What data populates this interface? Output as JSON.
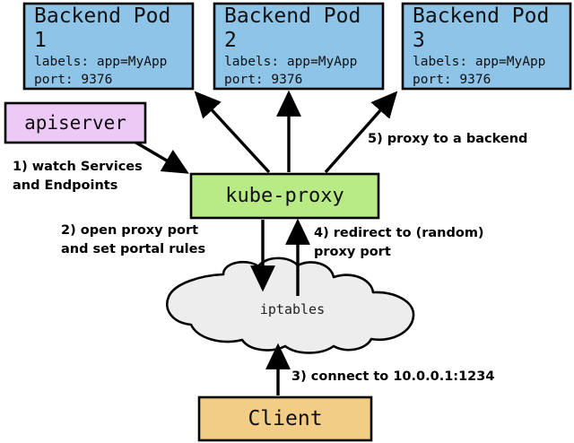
{
  "diagram": {
    "title": "kube-proxy service proxying flow",
    "colors": {
      "pod_fill": "#8ec4e8",
      "apiserver_fill": "#edc9f5",
      "kubeproxy_fill": "#b8ea85",
      "client_fill": "#f2cd86",
      "cloud_fill": "#ededed",
      "stroke": "#000000"
    },
    "pods": [
      {
        "title": "Backend Pod 1",
        "labels": "labels: app=MyApp",
        "port": "port: 9376"
      },
      {
        "title": "Backend Pod 2",
        "labels": "labels: app=MyApp",
        "port": "port: 9376"
      },
      {
        "title": "Backend Pod 3",
        "labels": "labels: app=MyApp",
        "port": "port: 9376"
      }
    ],
    "apiserver": {
      "title": "apiserver"
    },
    "kubeproxy": {
      "title": "kube-proxy"
    },
    "cloud": {
      "title": "iptables"
    },
    "client": {
      "title": "Client"
    },
    "steps": [
      {
        "id": 1,
        "text": "1) watch Services\nand Endpoints"
      },
      {
        "id": 2,
        "text": "2) open proxy port\nand set portal rules"
      },
      {
        "id": 3,
        "text": "3) connect to 10.0.0.1:1234"
      },
      {
        "id": 4,
        "text": "4) redirect to (random)\nproxy port"
      },
      {
        "id": 5,
        "text": "5) proxy to a backend"
      }
    ]
  }
}
